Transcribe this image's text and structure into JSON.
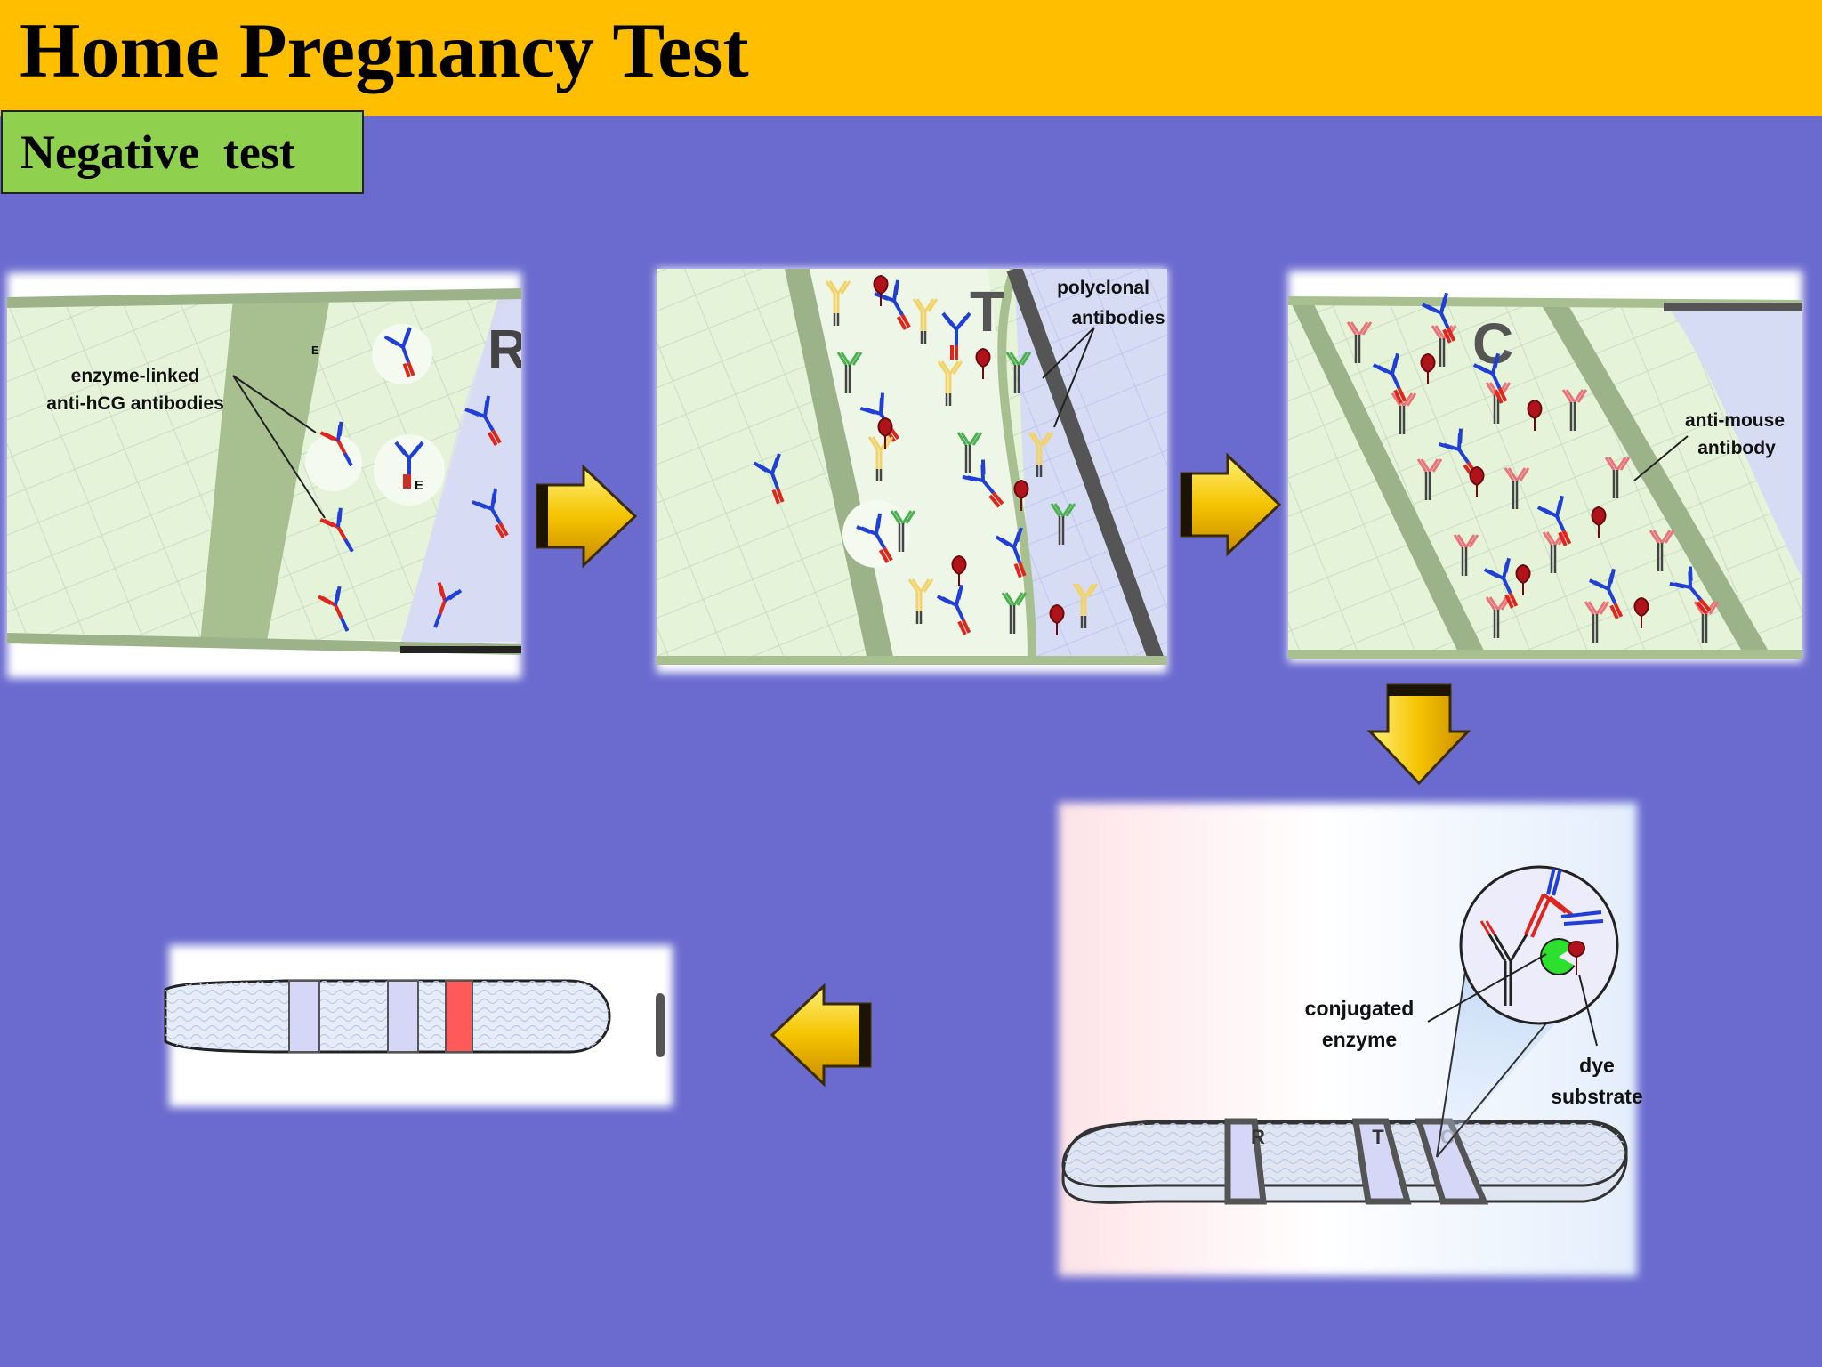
{
  "title": "Home Pregnancy Test",
  "badge": "Negative  test",
  "panels": {
    "panel1": {
      "zone_letter": "R",
      "label_line1": "enzyme-linked",
      "label_line2": "anti-hCG antibodies",
      "enzyme_mark": "E"
    },
    "panel2": {
      "zone_letter": "T",
      "label_line1": "polyclonal",
      "label_line2": "antibodies"
    },
    "panel3": {
      "zone_letter": "C",
      "label_line1": "anti-mouse",
      "label_line2": "antibody"
    },
    "panel4": {
      "band_r": "R",
      "band_t": "T",
      "band_c": "C",
      "enzyme_line1": "conjugated",
      "enzyme_line2": "enzyme",
      "dye_line1": "dye",
      "dye_line2": "substrate"
    }
  },
  "colors": {
    "background": "#6b6bcf",
    "header": "#ffbf00",
    "badge": "#8fd14f",
    "arrow": "#f5c400",
    "result_band": "#ff5a5a"
  },
  "icons": [
    "arrow-right-icon",
    "arrow-right-icon",
    "arrow-down-icon",
    "arrow-left-icon"
  ]
}
